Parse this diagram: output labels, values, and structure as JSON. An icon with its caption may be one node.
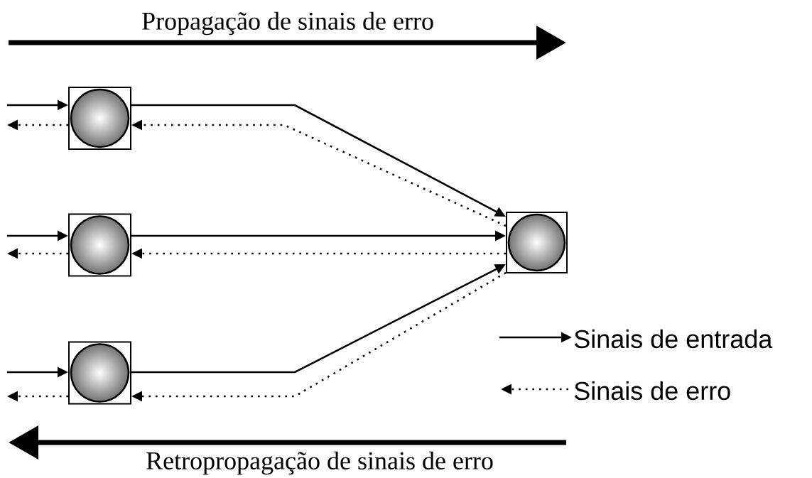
{
  "diagram": {
    "nodes": [
      {
        "text": [],
        "shape": "box"
      },
      {
        "text": [],
        "shape": "box"
      },
      {
        "text": [],
        "shape": "box"
      },
      {
        "text": [],
        "shape": "box"
      }
    ],
    "edges": [
      {
        "from": null,
        "to": 0,
        "arrow": "to"
      },
      {
        "from": null,
        "to": 1,
        "arrow": "to"
      },
      {
        "from": null,
        "to": 2,
        "arrow": "to"
      },
      {
        "from": 0,
        "to": 3,
        "arrow": "to"
      },
      {
        "from": 1,
        "to": 3,
        "arrow": "to"
      },
      {
        "from": 2,
        "to": 3,
        "arrow": "to"
      },
      {
        "from": 3,
        "to": 0,
        "arrow": "to",
        "style": "dashed"
      },
      {
        "from": 3,
        "to": 1,
        "arrow": "to",
        "style": "dashed"
      },
      {
        "from": 3,
        "to": 2,
        "arrow": "to",
        "style": "dashed"
      },
      {
        "from": 0,
        "to": null,
        "arrow": "to",
        "style": "dashed"
      },
      {
        "from": 1,
        "to": null,
        "arrow": "to",
        "style": "dashed"
      },
      {
        "from": 2,
        "to": null,
        "arrow": "to",
        "style": "dashed"
      }
    ],
    "labels": [
      "Propagação de sinais de erro",
      "Retropropagação de sinais de erro"
    ],
    "legend": [
      {
        "text": "Sinais de entrada"
      },
      {
        "text": "Sinais de erro"
      }
    ]
  }
}
